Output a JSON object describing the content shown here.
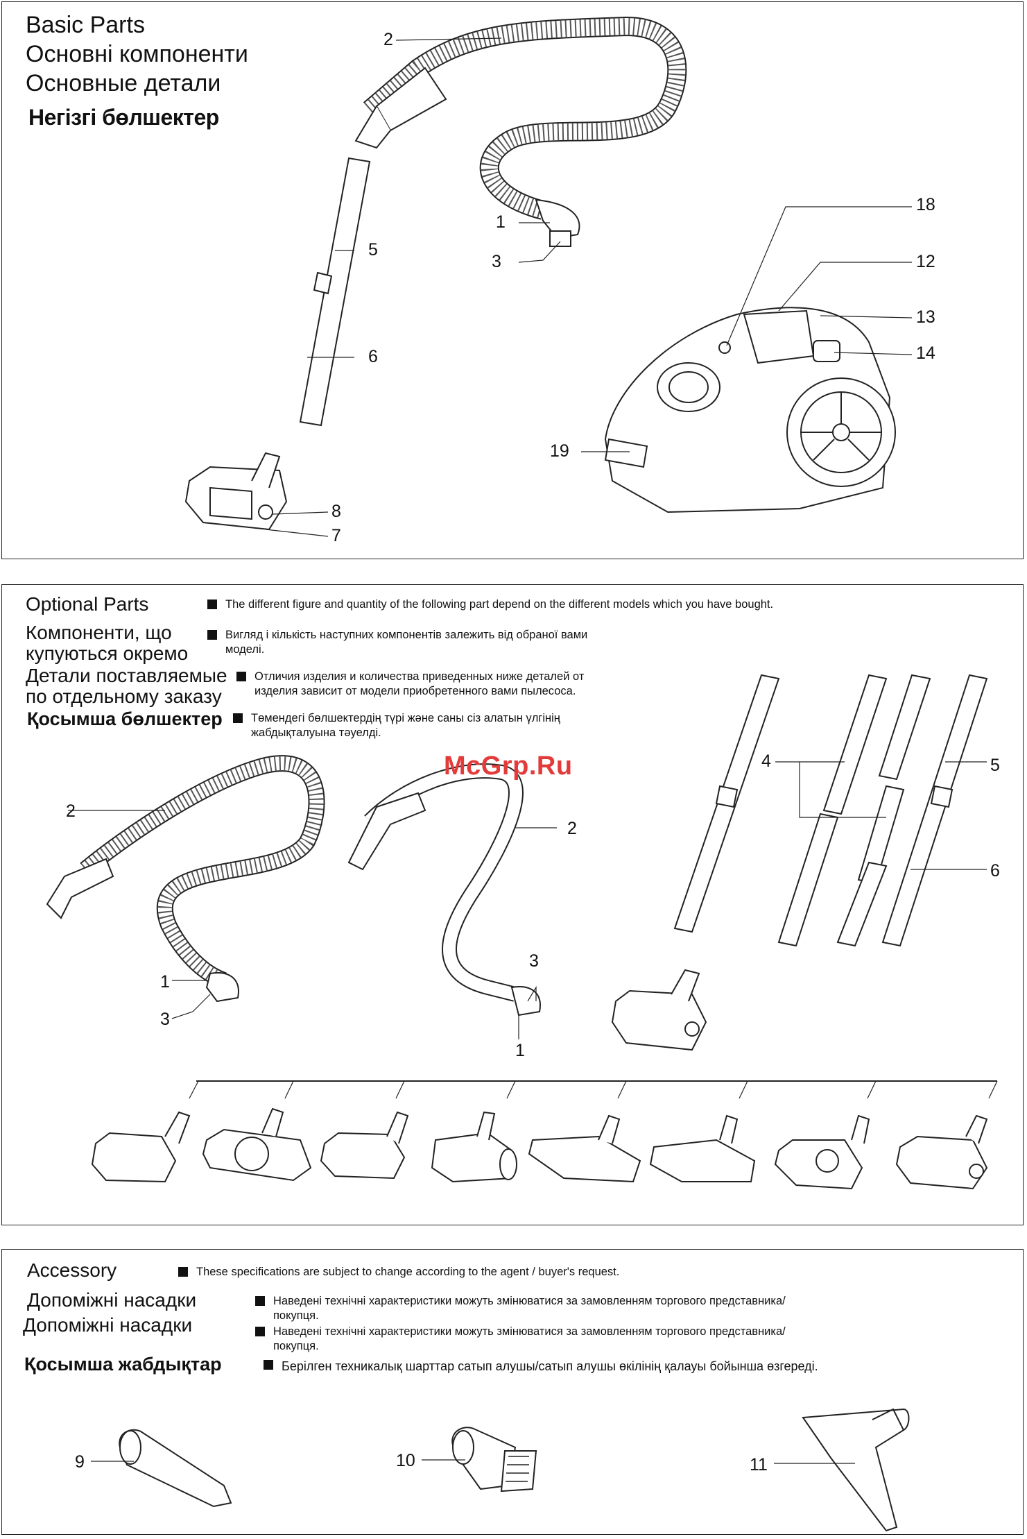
{
  "basic_parts": {
    "titles": [
      "Basic Parts",
      "Основні компоненти",
      "Основные детали",
      "Негізгі бөлшектер"
    ],
    "labels": [
      "2",
      "1",
      "3",
      "5",
      "6",
      "8",
      "7",
      "18",
      "12",
      "13",
      "14",
      "19"
    ]
  },
  "optional_parts": {
    "titles": [
      {
        "text": "Optional Parts"
      },
      {
        "text": "Компоненти, що купуються окремо"
      },
      {
        "text": "Детали поставляемые по отдельному заказу"
      },
      {
        "text": "Қосымша бөлшектер"
      }
    ],
    "notes": [
      "The different figure and quantity of the following part depend on the different models which you have bought.",
      "Вигляд і кількість наступних компонентів залежить від обраної вами моделі.",
      "Отличия изделия и количества приведенных ниже деталей от изделия зависит от модели приобретенного вами пылесоса.",
      "Төмендегі бөлшектердің түрі және саны сіз алатын үлгінің жабдықталуына тәуелді."
    ],
    "labels": [
      "2",
      "1",
      "3",
      "2",
      "3",
      "1",
      "4",
      "5",
      "6"
    ]
  },
  "watermark": "McGrp.Ru",
  "accessory": {
    "titles": [
      "Accessory",
      "Допоміжні насадки",
      "Допоміжні насадки",
      "Қосымша жабдықтар"
    ],
    "notes": [
      "These specifications are subject to change according to the agent / buyer's request.",
      "Наведені технічні характеристики можуть змінюватися за замовленням торгового представника/покупця.",
      "Наведені технічні характеристики можуть змінюватися за замовленням торгового представника/покупця.",
      "Берілген техникалық шарттар сатып алушы/сатып алушы өкілінің қалауы бойынша өзгереді."
    ],
    "labels": [
      "9",
      "10",
      "11"
    ]
  },
  "colors": {
    "line": "#222222",
    "watermark": "#e33a3a"
  }
}
